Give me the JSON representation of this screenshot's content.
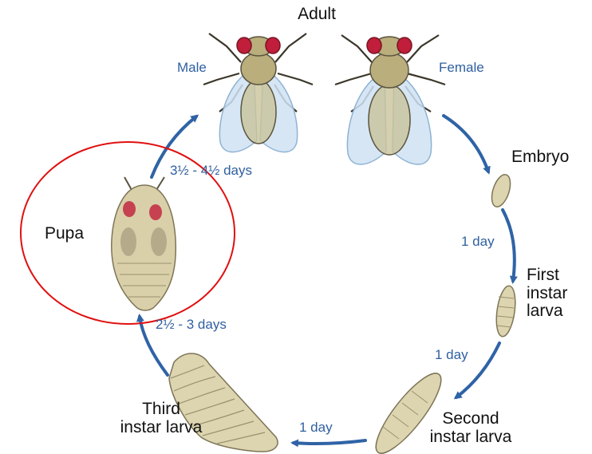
{
  "stages": {
    "adult": "Adult",
    "male": "Male",
    "female": "Female",
    "embryo": "Embryo",
    "first_instar": [
      "First",
      "instar",
      "larva"
    ],
    "second_instar": [
      "Second",
      "instar larva"
    ],
    "third_instar": [
      "Third",
      "instar larva"
    ],
    "pupa": "Pupa"
  },
  "durations": {
    "pupa_to_adult": "3½ - 4½ days",
    "embryo_to_first": "1 day",
    "first_to_second": "1 day",
    "second_to_third": "1 day",
    "third_to_pupa": "2½ - 3 days"
  },
  "colors": {
    "arrow": "#2f63a6",
    "duration_text": "#2f5fa0",
    "highlight_circle": "#e01010",
    "body": "#cfc7a0",
    "eye": "#c01e3a",
    "wing": "#cfe2f3"
  },
  "icons": [
    "male-fly-icon",
    "female-fly-icon",
    "embryo-icon",
    "first-instar-larva-icon",
    "second-instar-larva-icon",
    "third-instar-larva-icon",
    "pupa-icon"
  ]
}
